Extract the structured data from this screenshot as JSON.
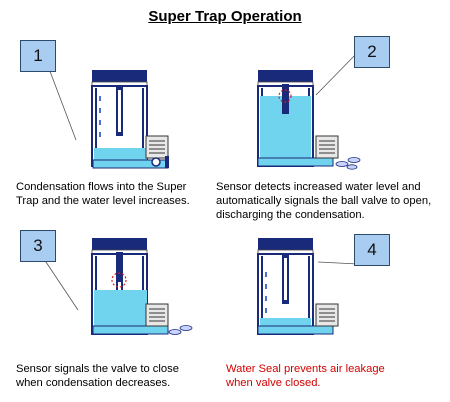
{
  "title": "Super Trap Operation",
  "steps": [
    {
      "number": "1",
      "caption": "Condensation flows into the Super Trap and the water level increases."
    },
    {
      "number": "2",
      "caption": "Sensor detects increased water level and automatically signals the ball valve to open, discharging the condensation."
    },
    {
      "number": "3",
      "caption": "Sensor signals the valve to close when condensation decreases."
    },
    {
      "number": "4",
      "caption": "Water Seal prevents air leakage when valve closed."
    }
  ],
  "colors": {
    "tank_dark": "#1a2a7a",
    "water": "#70d4ee",
    "step_box": "#a9cdf0",
    "caption_red": "#d40000"
  }
}
